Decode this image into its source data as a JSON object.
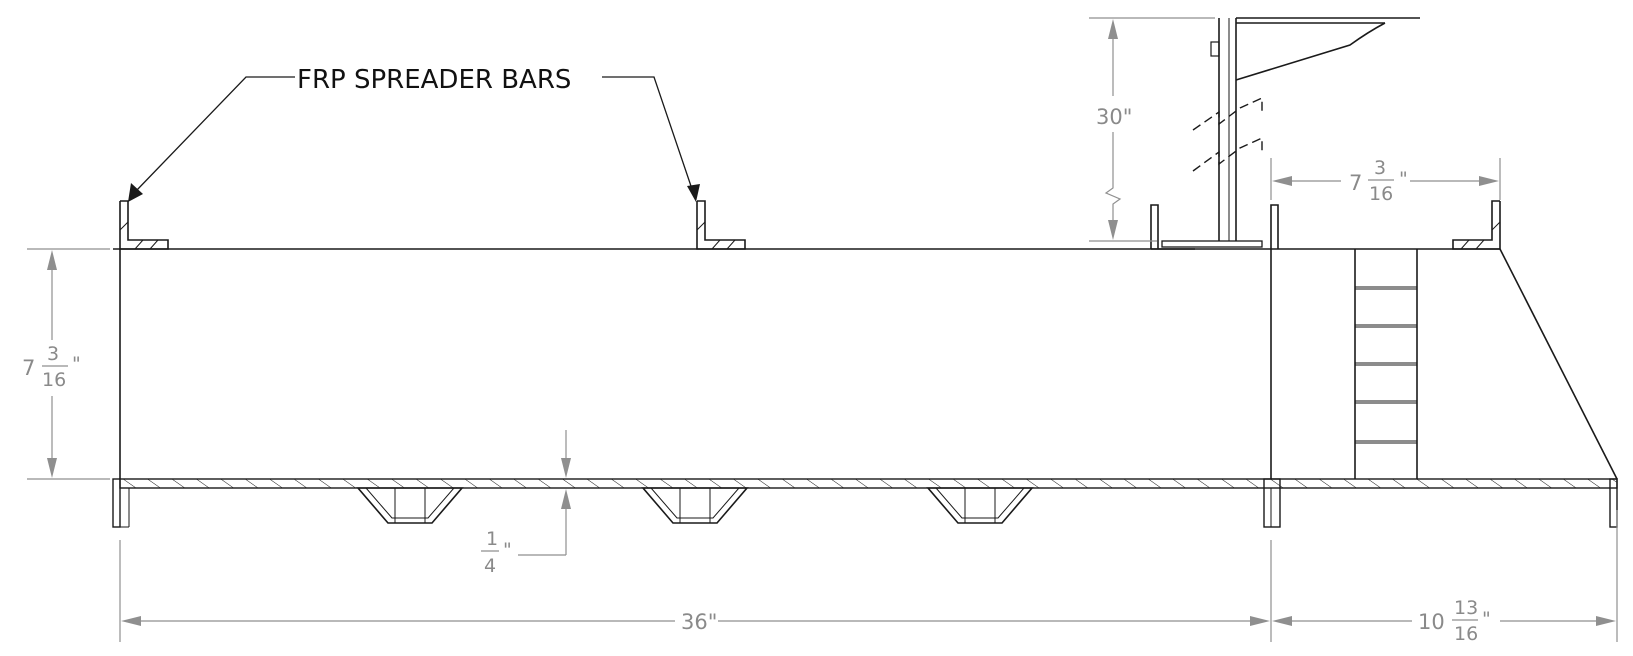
{
  "callout": {
    "label": "FRP SPREADER BARS"
  },
  "dimensions": {
    "height_left": {
      "whole": "7",
      "numerator": "3",
      "denominator": "16",
      "unit": "\""
    },
    "post_height": {
      "text": "30\""
    },
    "top_right": {
      "whole": "7",
      "numerator": "3",
      "denominator": "16",
      "unit": "\""
    },
    "thickness": {
      "whole": "",
      "numerator": "1",
      "denominator": "4",
      "unit": "\""
    },
    "main_length": {
      "text": "36\""
    },
    "side_length": {
      "whole": "10",
      "numerator": "13",
      "denominator": "16",
      "unit": "\""
    }
  },
  "colors": {
    "object_line": "#1a1a1a",
    "dimension_line": "#8f8f8f"
  }
}
